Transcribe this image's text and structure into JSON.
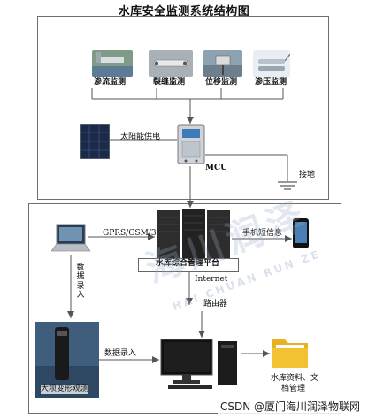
{
  "title": "水库安全监测系统结构图",
  "sensors": [
    {
      "label": "渗流监测"
    },
    {
      "label": "裂缝监测"
    },
    {
      "label": "位移监测"
    },
    {
      "label": "渗压监测"
    }
  ],
  "solar_label": "太阳能供电",
  "mcu_label": "MCU",
  "ground_label": "接地",
  "gprs_label": "GPRS/GSM/3G",
  "phone_label": "手机短信息",
  "platform_label": "水库综合管理平台",
  "internet_label": "Internet",
  "router_label": "路由器",
  "data_entry_vertical": "数据录入",
  "data_entry_horizontal": "数据录入",
  "deformation_label": "大坝变形观测",
  "archive_label_1": "水库资料、文",
  "archive_label_2": "档管理",
  "watermark_text": "海川润泽",
  "watermark_sub": "HAI CHUAN RUN ZE",
  "footer_text": "CSDN @厦门海川润泽物联网",
  "colors": {
    "frame": "#6f6f6f",
    "wire": "#555555",
    "folder": "#f2c233",
    "device": "#c8ccd2"
  }
}
